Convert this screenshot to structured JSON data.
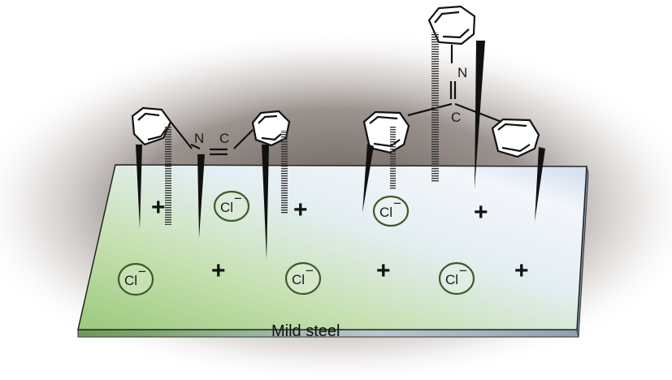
{
  "diagram": {
    "plate_label": "Mild steel",
    "ions": {
      "chloride": "Cl",
      "charge": "−"
    },
    "cation_symbol": "+",
    "molecule_left": {
      "atom_n": "N",
      "atom_c": "C"
    },
    "molecule_right": {
      "atom_n": "N",
      "atom_c": "C"
    },
    "colors": {
      "plate_green": "#a9d08e",
      "plate_light": "#e8eff8",
      "plate_edge": "#4f7a3a",
      "halo": "#6f6560",
      "ion_ring": "#3c5a2c"
    }
  }
}
